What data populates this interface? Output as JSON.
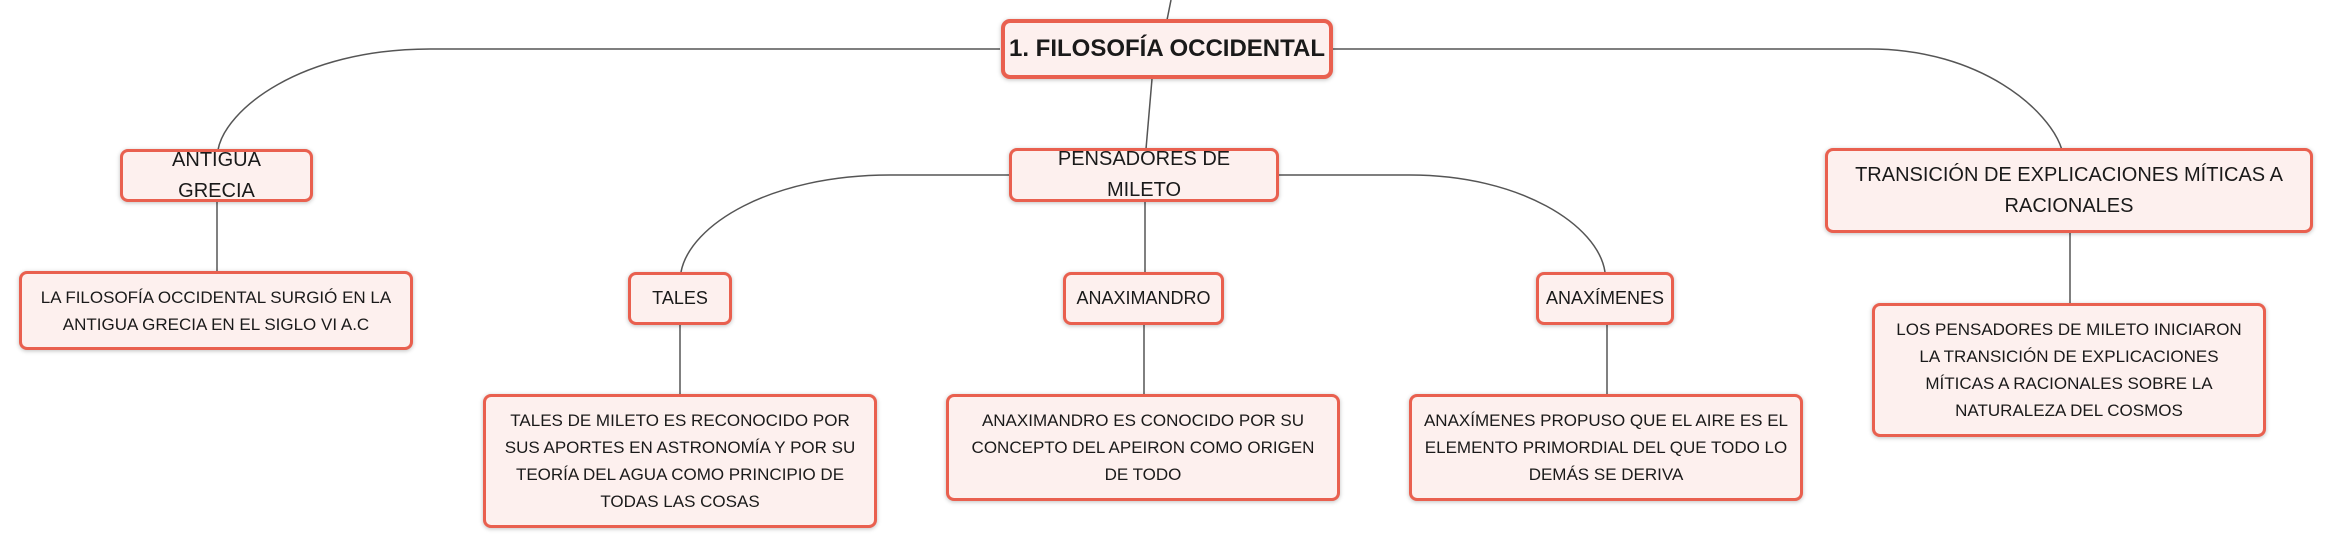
{
  "colors": {
    "node_border": "#e9604f",
    "node_fill": "#fdf0ee",
    "line": "#555555"
  },
  "root": {
    "label": "1. FILOSOFÍA OCCIDENTAL"
  },
  "branches": [
    {
      "label": "ANTIGUA GRECIA",
      "children": [
        {
          "label": "LA FILOSOFÍA OCCIDENTAL SURGIÓ EN LA ANTIGUA GRECIA EN EL SIGLO VI A.C"
        }
      ]
    },
    {
      "label": "PENSADORES DE MILETO",
      "children": [
        {
          "label": "TALES",
          "detail": "TALES DE MILETO ES RECONOCIDO POR SUS APORTES EN ASTRONOMÍA Y POR SU TEORÍA DEL AGUA COMO PRINCIPIO DE TODAS LAS COSAS"
        },
        {
          "label": "ANAXIMANDRO",
          "detail": "ANAXIMANDRO ES CONOCIDO POR SU CONCEPTO DEL APEIRON COMO ORIGEN DE TODO"
        },
        {
          "label": "ANAXÍMENES",
          "detail": "ANAXÍMENES PROPUSO QUE EL AIRE ES EL ELEMENTO PRIMORDIAL DEL QUE TODO LO DEMÁS SE DERIVA"
        }
      ]
    },
    {
      "label": "TRANSICIÓN DE EXPLICACIONES MÍTICAS A RACIONALES",
      "children": [
        {
          "label": "LOS PENSADORES DE MILETO INICIARON LA TRANSICIÓN DE EXPLICACIONES MÍTICAS A RACIONALES SOBRE LA NATURALEZA DEL COSMOS"
        }
      ]
    }
  ]
}
